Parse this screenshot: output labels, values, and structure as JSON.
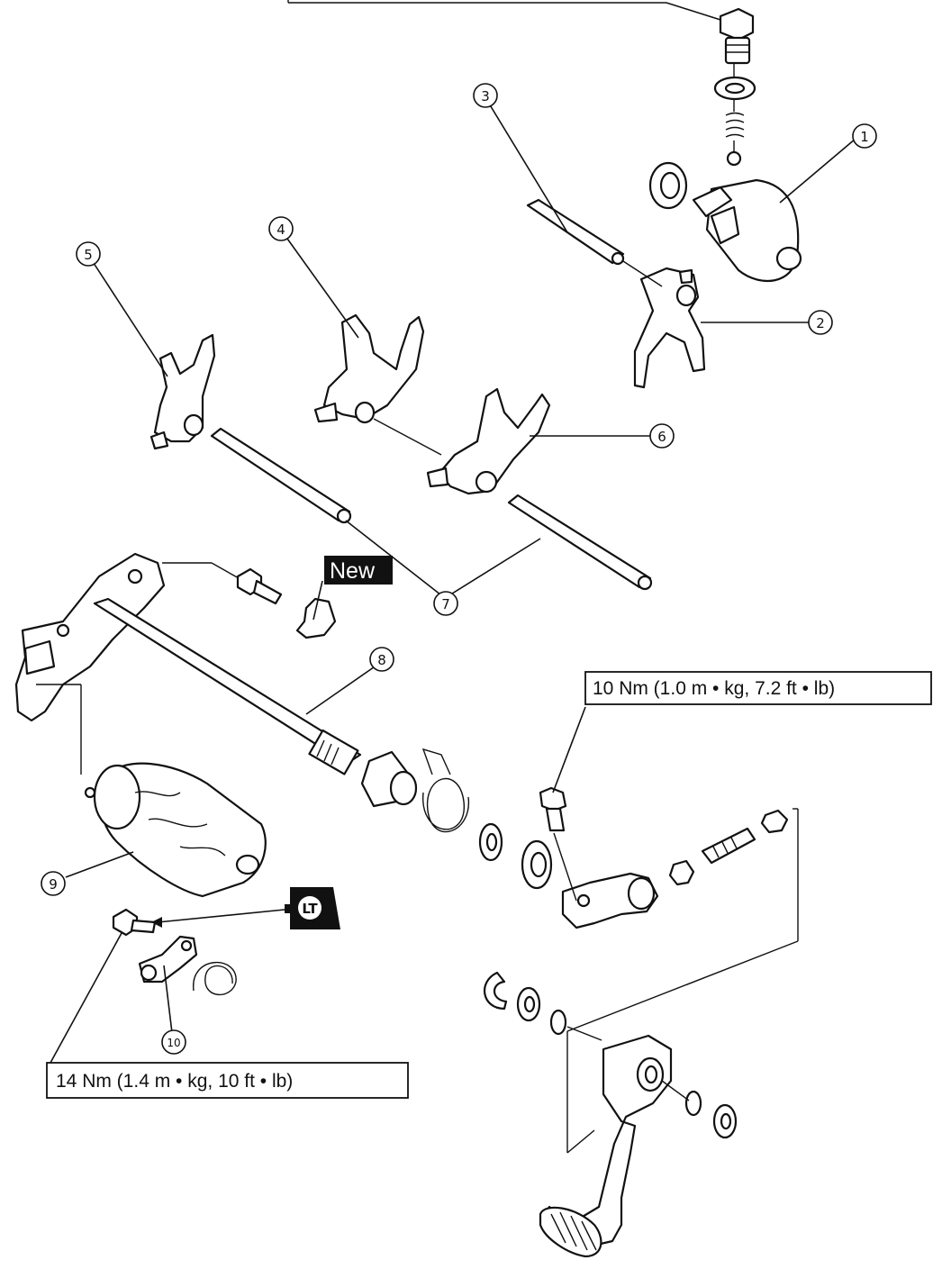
{
  "callouts": [
    "1",
    "2",
    "3",
    "4",
    "5",
    "6",
    "7",
    "8",
    "9",
    "10"
  ],
  "torque_specs": {
    "top": "",
    "shift_arm_bolt": "10 Nm (1.0 m • kg, 7.2 ft • lb)",
    "stopper_bolt": "14 Nm (1.4 m • kg, 10 ft • lb)"
  },
  "badges": {
    "new": "New",
    "locktite": "LT"
  },
  "colors": {
    "ink": "#111111",
    "paper": "#ffffff"
  }
}
